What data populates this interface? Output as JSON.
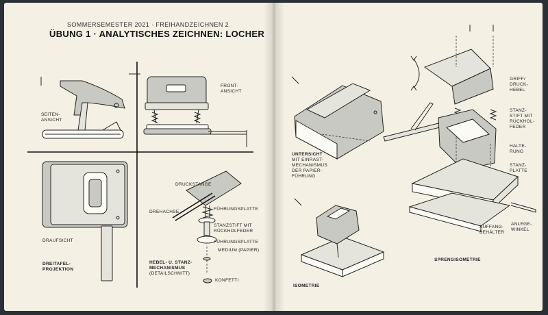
{
  "header": {
    "semester": "Sommersemester 2021 · Freihandzeichnen 2",
    "title": "Übung 1 · Analytisches Zeichnen: Locher"
  },
  "left_page": {
    "seitenansicht": "Seiten-\nansicht",
    "frontansicht": "Front-\nansicht",
    "draufsicht": "Draufsicht",
    "dreitafel": "Dreitafel-\nProjektion",
    "druckstange": "Druckstange",
    "drehachse": "Drehachse",
    "fuehrungsplatte1": "Führungsplatte",
    "stanzstift": "Stanzstift mit\nRückholfeder",
    "fuehrungsplatte2": "Führungsplatte",
    "medium": "Medium (Papier)",
    "hebel_title": "Hebel- u. Stanz-\nmechanismus",
    "hebel_sub": "(Detailschnitt)",
    "konfetti": "Konfetti"
  },
  "right_page": {
    "untersicht_title": "Untersicht",
    "untersicht_text": "mit Einrast-\nmechanismus\nder Papier-\nführung",
    "isometrie": "Isometrie",
    "sprengisometrie": "Sprengisometrie",
    "griff": "Griff/\nDruck-\nhebel",
    "stanzstift": "Stanz-\nstift mit\nRückhol-\nfeder",
    "halterung": "Halte-\nrung",
    "stanzplatte": "Stanz-\nplatte",
    "auffang": "Auffang-\nbehälter",
    "anlegewinkel": "Anlege-\nwinkel"
  },
  "colors": {
    "paper": "#f4f0e4",
    "cover": "#2b2f36",
    "ink": "#222222",
    "shade": "#c9c9c3"
  }
}
